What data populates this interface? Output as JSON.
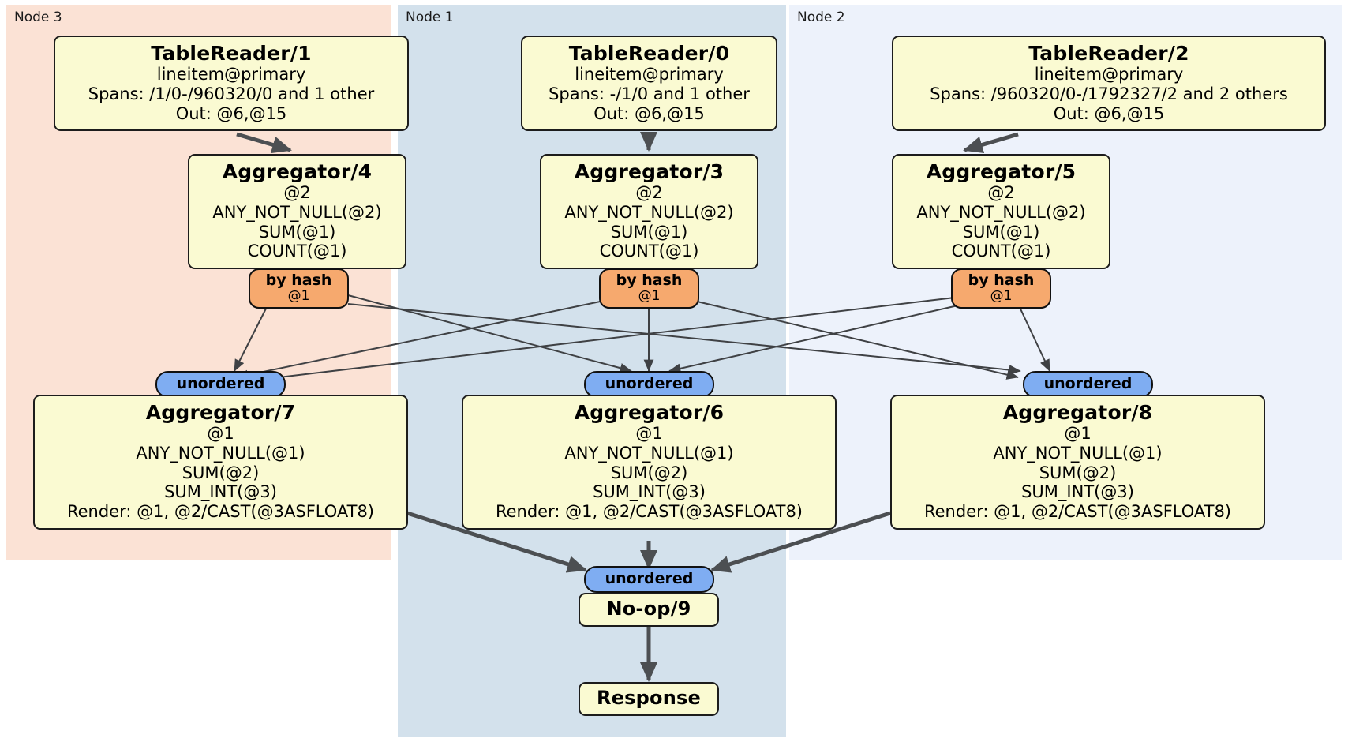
{
  "diagram": {
    "type": "distributed-query-plan",
    "nodes": [
      {
        "id": "node3",
        "label": "Node 3",
        "color": "#FBE2D5"
      },
      {
        "id": "node1",
        "label": "Node 1",
        "color": "#D3E1EC"
      },
      {
        "id": "node2",
        "label": "Node 2",
        "color": "#EDF2FB"
      }
    ],
    "processors": {
      "tablereader1": {
        "title": "TableReader/1",
        "lines": [
          "lineitem@primary",
          "Spans: /1/0-/960320/0 and 1 other",
          "Out: @6,@15"
        ]
      },
      "tablereader0": {
        "title": "TableReader/0",
        "lines": [
          "lineitem@primary",
          "Spans: -/1/0 and 1 other",
          "Out: @6,@15"
        ]
      },
      "tablereader2": {
        "title": "TableReader/2",
        "lines": [
          "lineitem@primary",
          "Spans: /960320/0-/1792327/2 and 2 others",
          "Out: @6,@15"
        ]
      },
      "aggregator4": {
        "title": "Aggregator/4",
        "lines": [
          "@2",
          "ANY_NOT_NULL(@2)",
          "SUM(@1)",
          "COUNT(@1)"
        ]
      },
      "aggregator3": {
        "title": "Aggregator/3",
        "lines": [
          "@2",
          "ANY_NOT_NULL(@2)",
          "SUM(@1)",
          "COUNT(@1)"
        ]
      },
      "aggregator5": {
        "title": "Aggregator/5",
        "lines": [
          "@2",
          "ANY_NOT_NULL(@2)",
          "SUM(@1)",
          "COUNT(@1)"
        ]
      },
      "aggregator7": {
        "title": "Aggregator/7",
        "lines": [
          "@1",
          "ANY_NOT_NULL(@1)",
          "SUM(@2)",
          "SUM_INT(@3)",
          "Render: @1, @2/CAST(@3ASFLOAT8)"
        ]
      },
      "aggregator6": {
        "title": "Aggregator/6",
        "lines": [
          "@1",
          "ANY_NOT_NULL(@1)",
          "SUM(@2)",
          "SUM_INT(@3)",
          "Render: @1, @2/CAST(@3ASFLOAT8)"
        ]
      },
      "aggregator8": {
        "title": "Aggregator/8",
        "lines": [
          "@1",
          "ANY_NOT_NULL(@1)",
          "SUM(@2)",
          "SUM_INT(@3)",
          "Render: @1, @2/CAST(@3ASFLOAT8)"
        ]
      },
      "noop9": {
        "title": "No-op/9",
        "lines": []
      },
      "response": {
        "title": "Response",
        "lines": []
      }
    },
    "routers": {
      "hash_left": {
        "label": "by hash",
        "sub": "@1"
      },
      "hash_center": {
        "label": "by hash",
        "sub": "@1"
      },
      "hash_right": {
        "label": "by hash",
        "sub": "@1"
      }
    },
    "synchronizers": {
      "sync_left": {
        "label": "unordered"
      },
      "sync_center": {
        "label": "unordered"
      },
      "sync_right": {
        "label": "unordered"
      },
      "sync_final": {
        "label": "unordered"
      }
    },
    "colors": {
      "processor_fill": "#FAFAD2",
      "router_fill": "#F6A96E",
      "sync_fill": "#7FADF2",
      "edge": "#3f4144",
      "node3_bg": "#FBE2D5",
      "node1_bg": "#D3E1EC",
      "node2_bg": "#EDF2FB"
    }
  }
}
